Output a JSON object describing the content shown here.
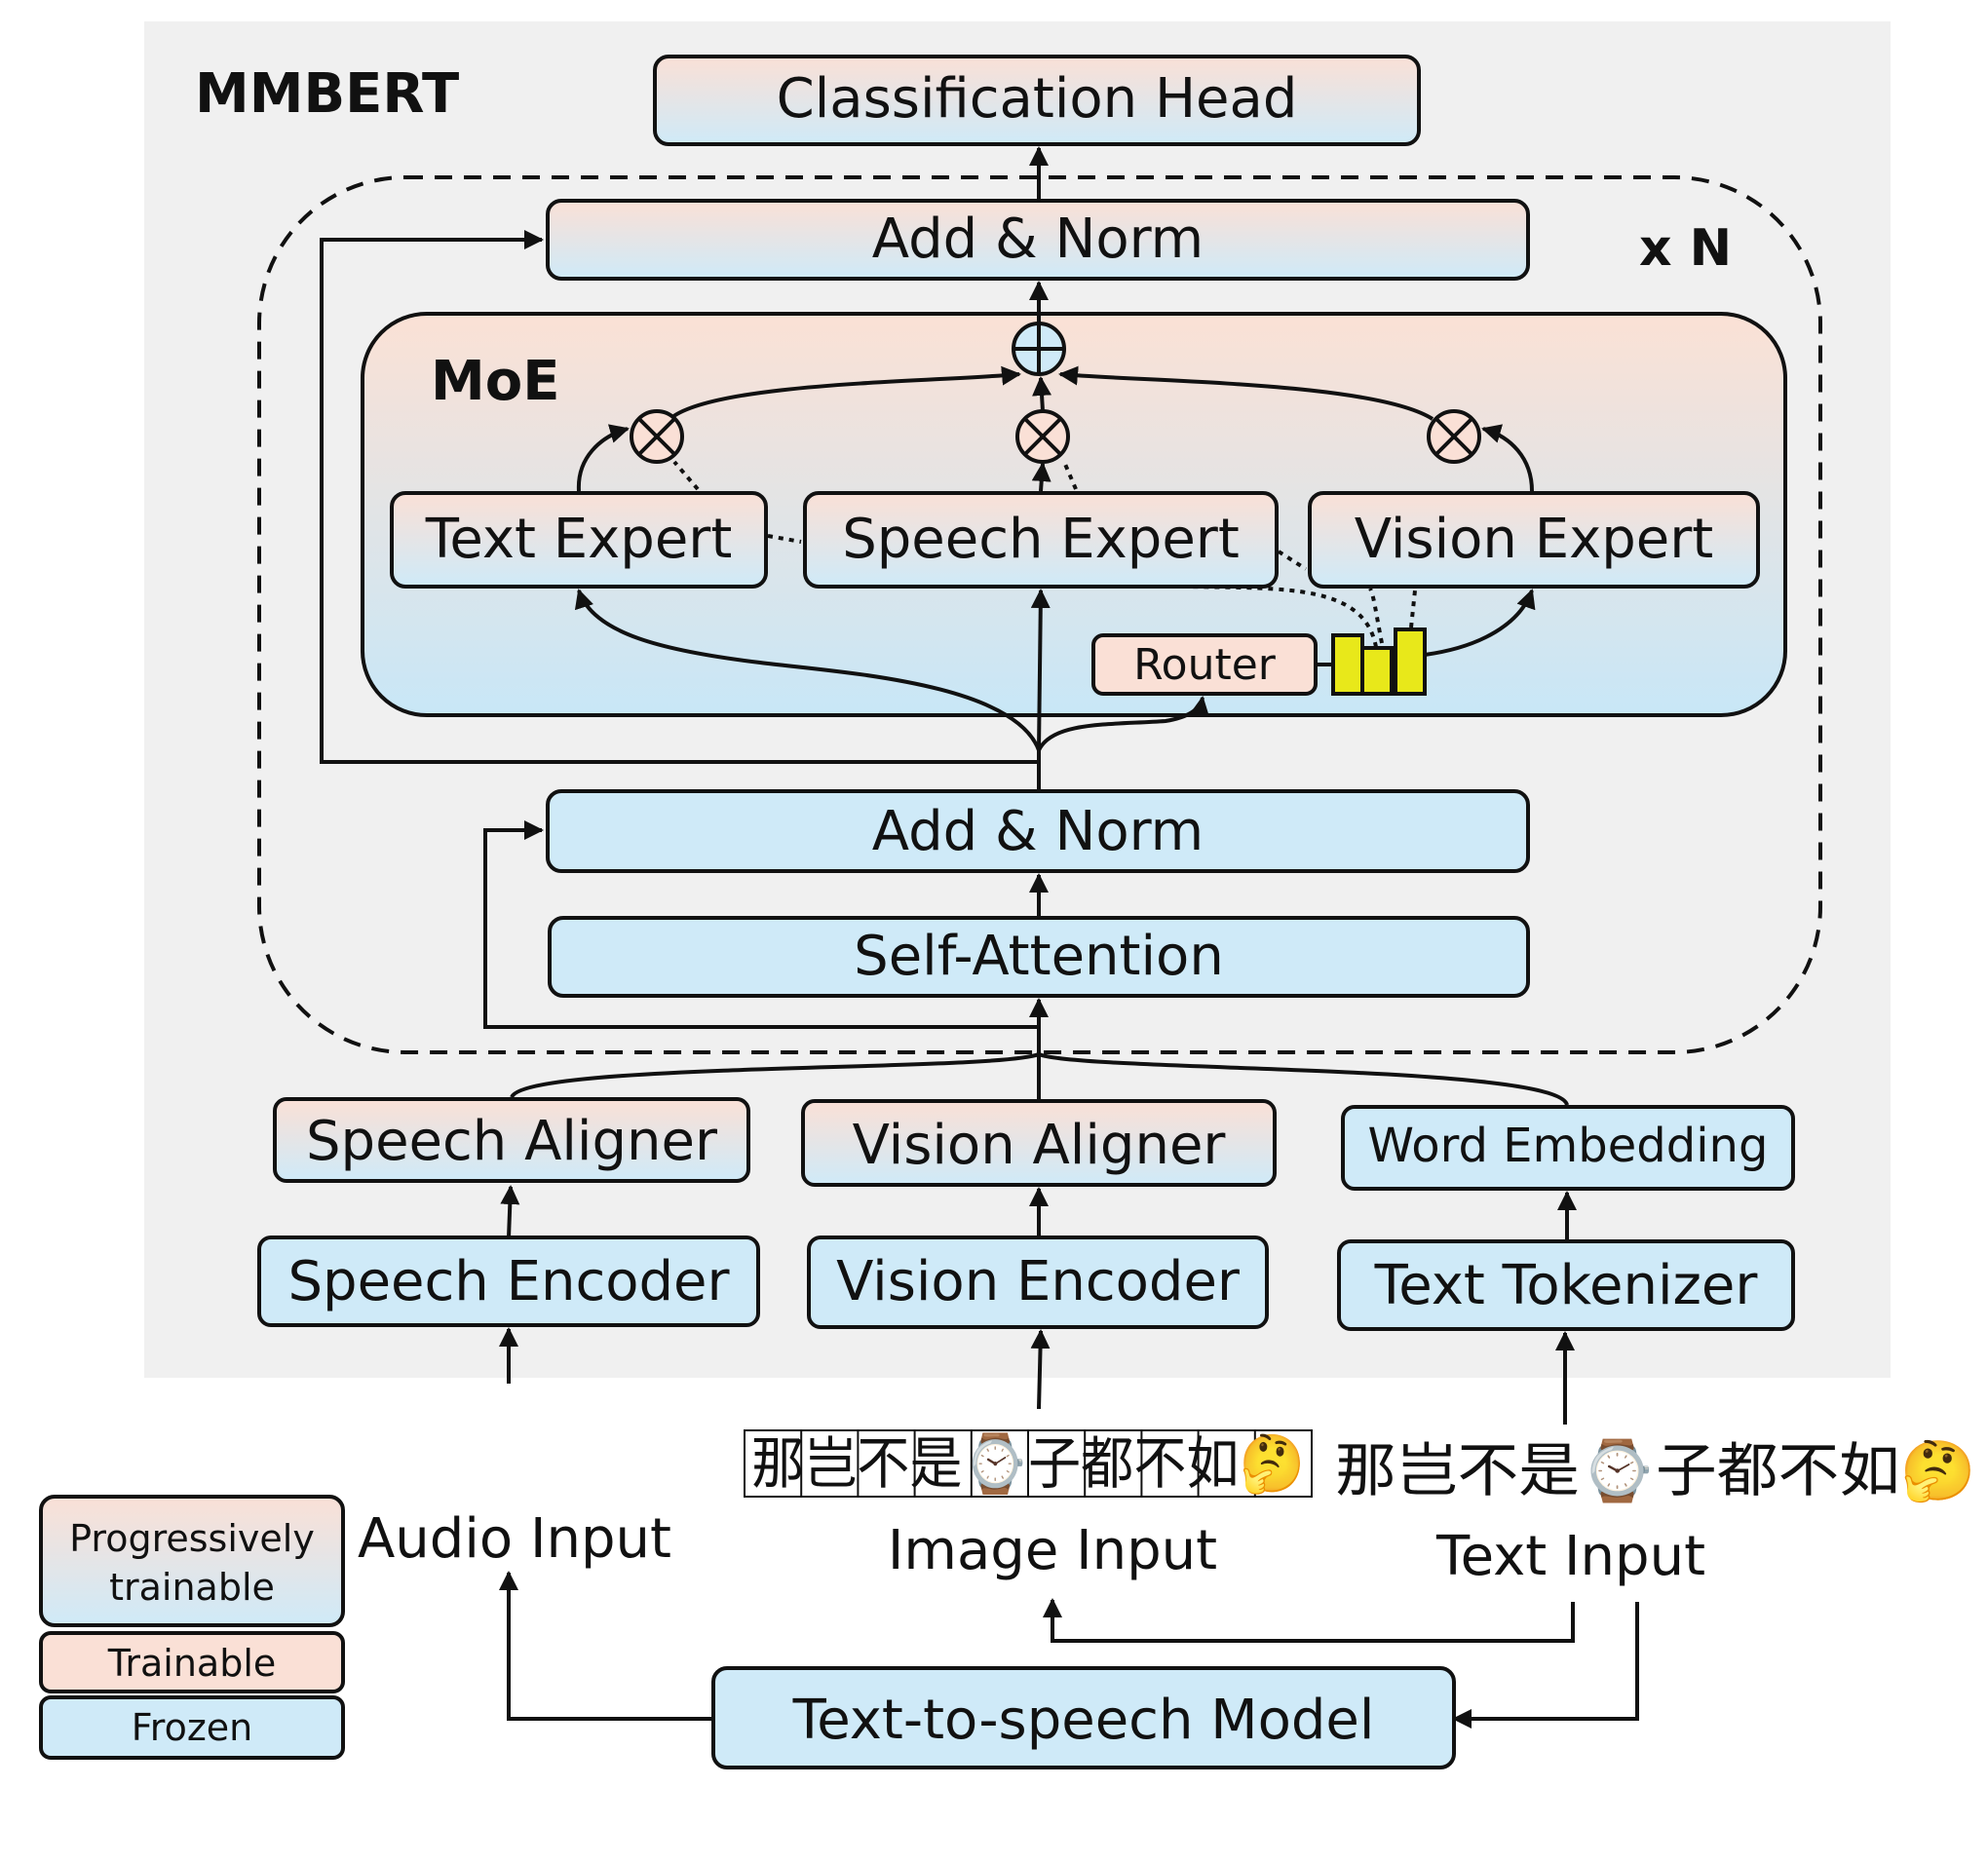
{
  "title": "MMBERT",
  "repeat": "x N",
  "moe_title": "MoE",
  "colors": {
    "frozen": "#cfeaf8",
    "trainable": "#fae0d6",
    "panel": "#f0f0f0",
    "router_bars": "#e8e81a"
  },
  "blocks": {
    "classification_head": "Classification Head",
    "add_norm_top": "Add & Norm",
    "text_expert": "Text Expert",
    "speech_expert": "Speech Expert",
    "vision_expert": "Vision Expert",
    "router": "Router",
    "add_norm_bottom": "Add & Norm",
    "self_attention": "Self-Attention",
    "speech_aligner": "Speech Aligner",
    "vision_aligner": "Vision Aligner",
    "word_embedding": "Word Embedding",
    "speech_encoder": "Speech Encoder",
    "vision_encoder": "Vision Encoder",
    "text_tokenizer": "Text Tokenizer",
    "tts_model": "Text-to-speech Model"
  },
  "inputs": {
    "audio": "Audio Input",
    "image": "Image Input",
    "text": "Text Input",
    "image_text": "那岂不是⌚子都不如🤔",
    "text_sample": "那岂不是⌚子都不如🤔"
  },
  "legend": {
    "progressive": "Progressively trainable",
    "progressive_line1": "Progressively",
    "progressive_line2": "trainable",
    "trainable": "Trainable",
    "frozen": "Frozen"
  }
}
